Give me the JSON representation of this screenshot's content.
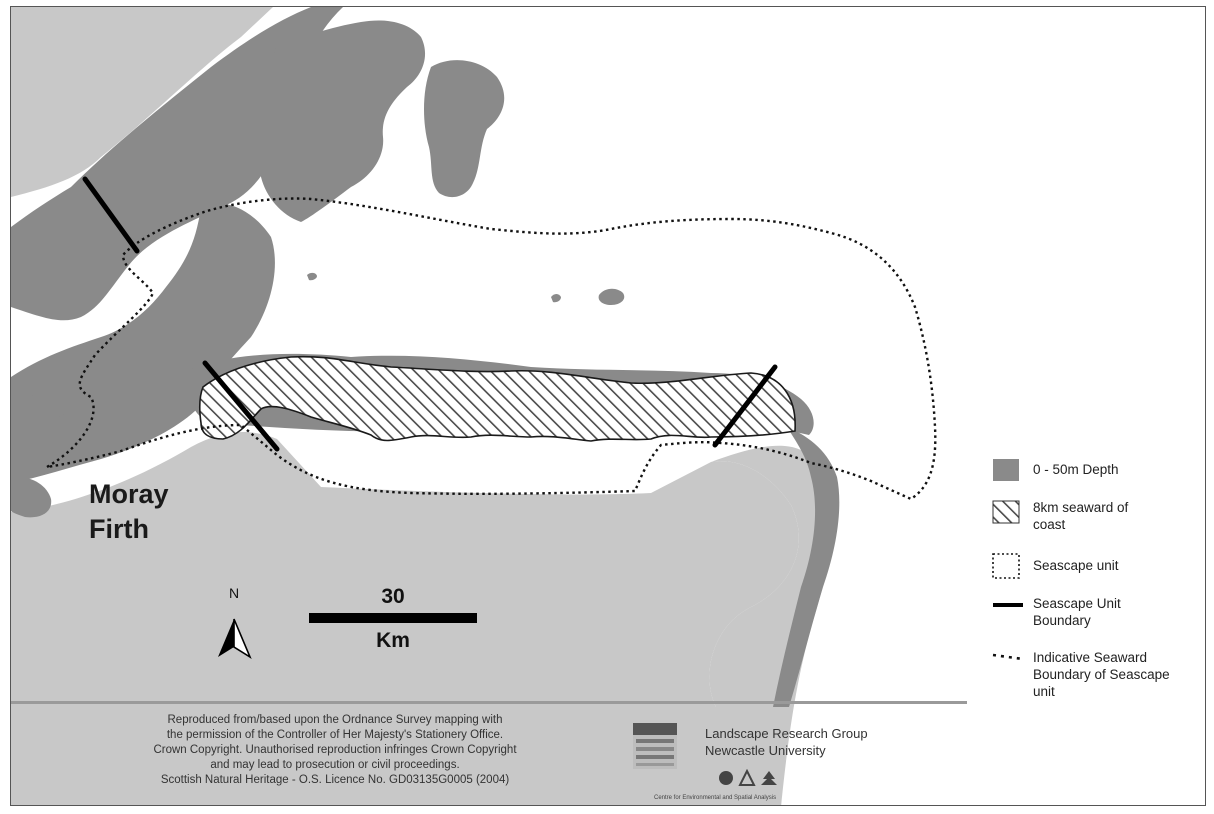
{
  "map": {
    "place_label_line1": "Moray",
    "place_label_line2": "Firth",
    "north_label": "N",
    "scale_value": "30",
    "scale_unit": "Km"
  },
  "legend": {
    "items": [
      {
        "id": "depth",
        "label": "0 - 50m Depth"
      },
      {
        "id": "seaward",
        "label": "8km seaward of coast"
      },
      {
        "id": "unit",
        "label": "Seascape unit"
      },
      {
        "id": "unit-boundary",
        "label": "Seascape Unit Boundary"
      },
      {
        "id": "indicative",
        "label": "Indicative Seaward Boundary of Seascape unit"
      }
    ]
  },
  "credits": {
    "lines": [
      "Reproduced from/based upon the Ordnance Survey mapping with",
      "the permission of the Controller of Her Majesty's Stationery Office.",
      "Crown Copyright. Unauthorised reproduction infringes Crown Copyright",
      "and may lead to prosecution or civil proceedings.",
      "Scottish Natural Heritage - O.S. Licence No.  GD03135G0005 (2004)"
    ]
  },
  "organisation": {
    "line1": "Landscape Research Group",
    "line2": "Newcastle University",
    "small_text": "Centre for Environmental and Spatial Analysis"
  },
  "colors": {
    "land": "#c8c8c8",
    "shallow_water": "#8a8a8a",
    "sea": "#ffffff",
    "boundary": "#000000"
  }
}
